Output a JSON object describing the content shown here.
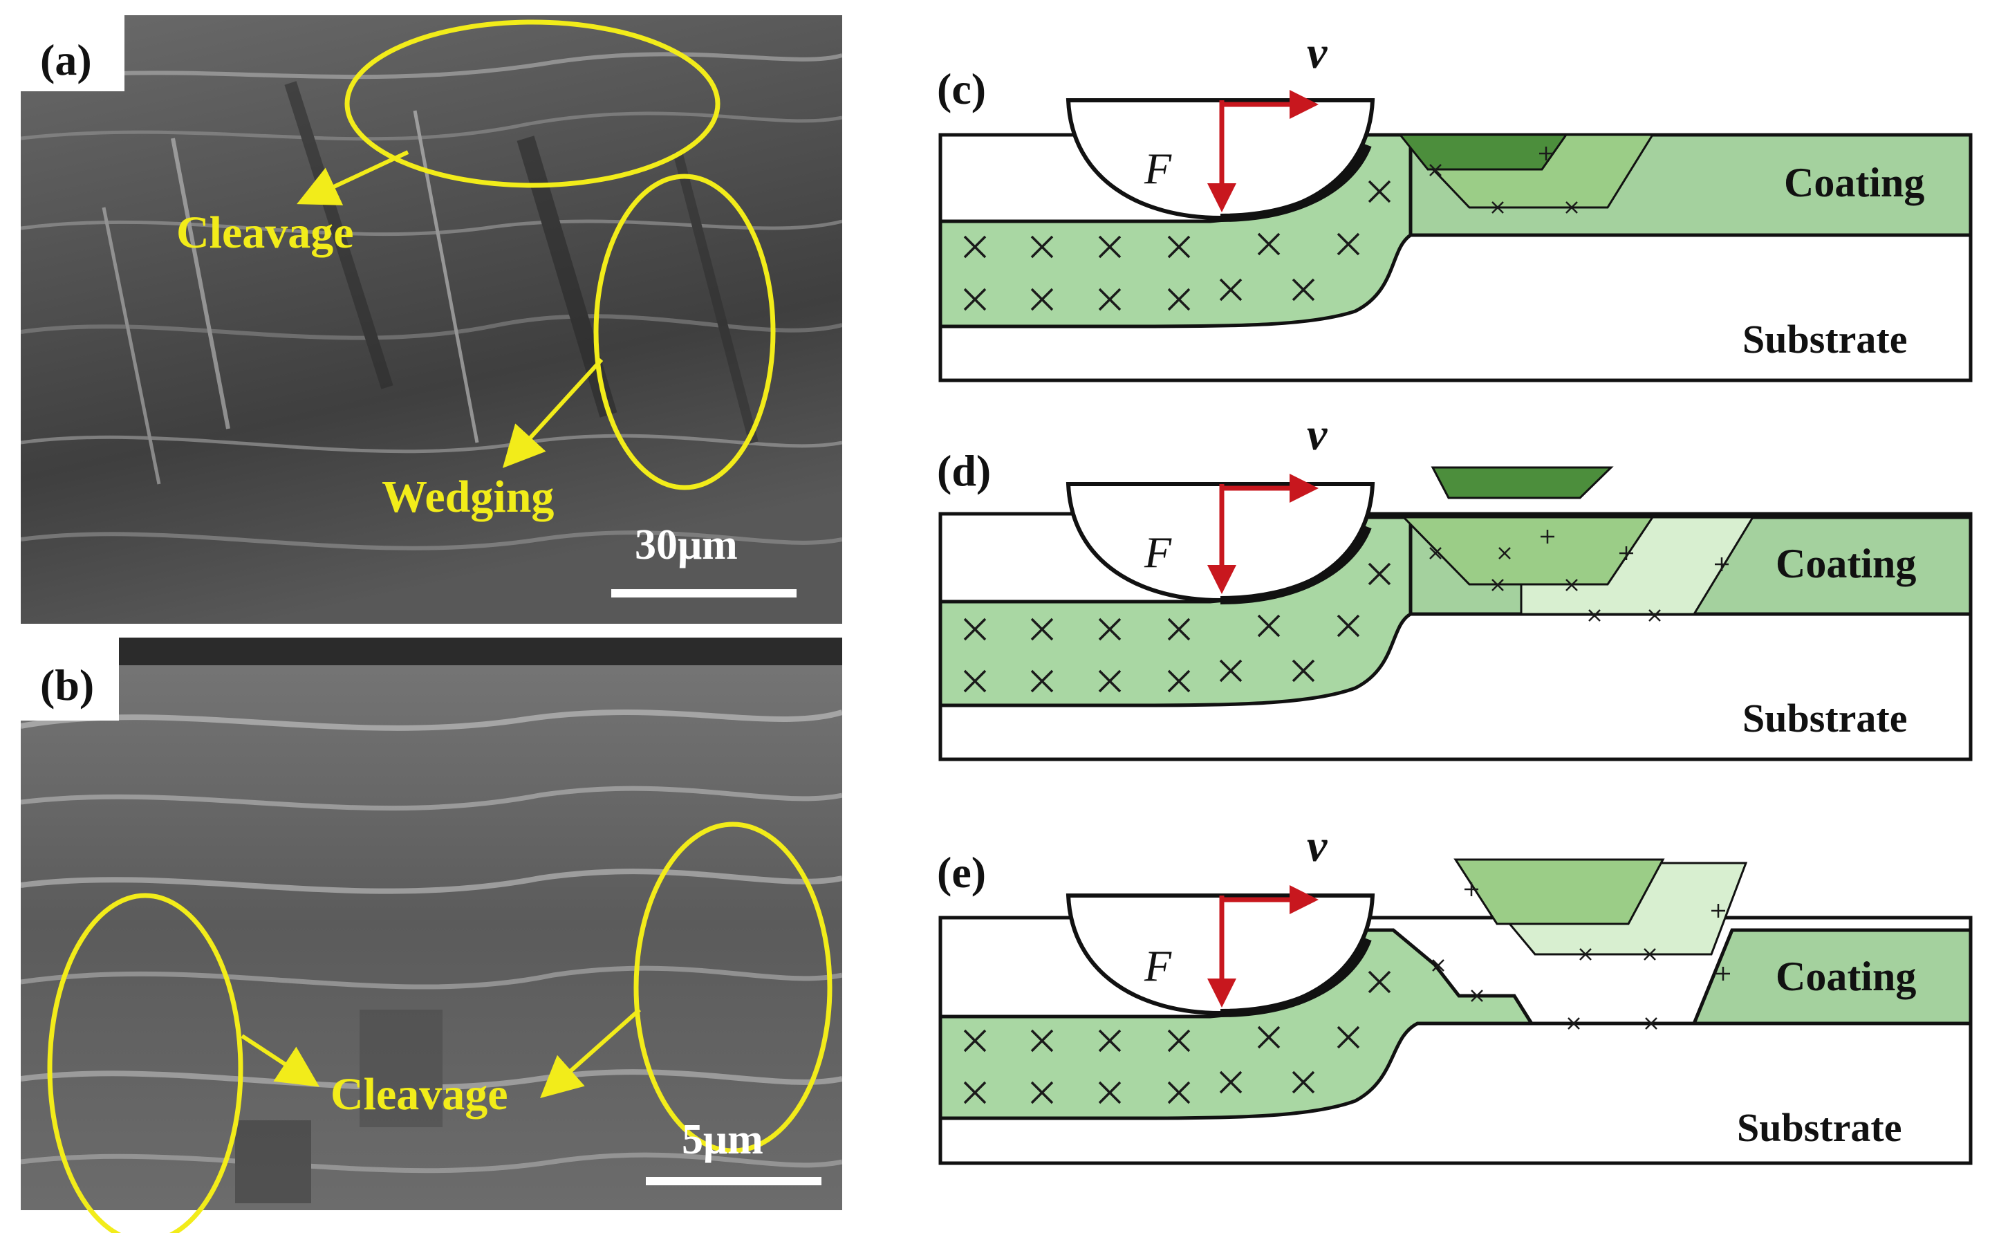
{
  "panels": {
    "a": {
      "tag": "(a)",
      "labels": {
        "top": "Cleavage",
        "bottom": "Wedging"
      },
      "scale_bar": "30μm"
    },
    "b": {
      "tag": "(b)",
      "labels": {
        "center": "Cleavage"
      },
      "scale_bar": "5μm"
    },
    "c": {
      "tag": "(c)",
      "force": "F",
      "velocity": "v",
      "coating": "Coating",
      "substrate": "Substrate"
    },
    "d": {
      "tag": "(d)",
      "force": "F",
      "velocity": "v",
      "coating": "Coating",
      "substrate": "Substrate"
    },
    "e": {
      "tag": "(e)",
      "force": "F",
      "velocity": "v",
      "coating": "Coating",
      "substrate": "Substrate"
    }
  },
  "colors": {
    "annotation_yellow": "#f2ec1a",
    "deformed_coating": "#a9d7a3",
    "coating": "#a4d19e",
    "dark_debris": "#4c8e3c",
    "medium_debris": "#9bcd87",
    "light_debris": "#d8efd0",
    "force_arrow": "#c8171e",
    "sem_background": "#4a4a4a"
  }
}
